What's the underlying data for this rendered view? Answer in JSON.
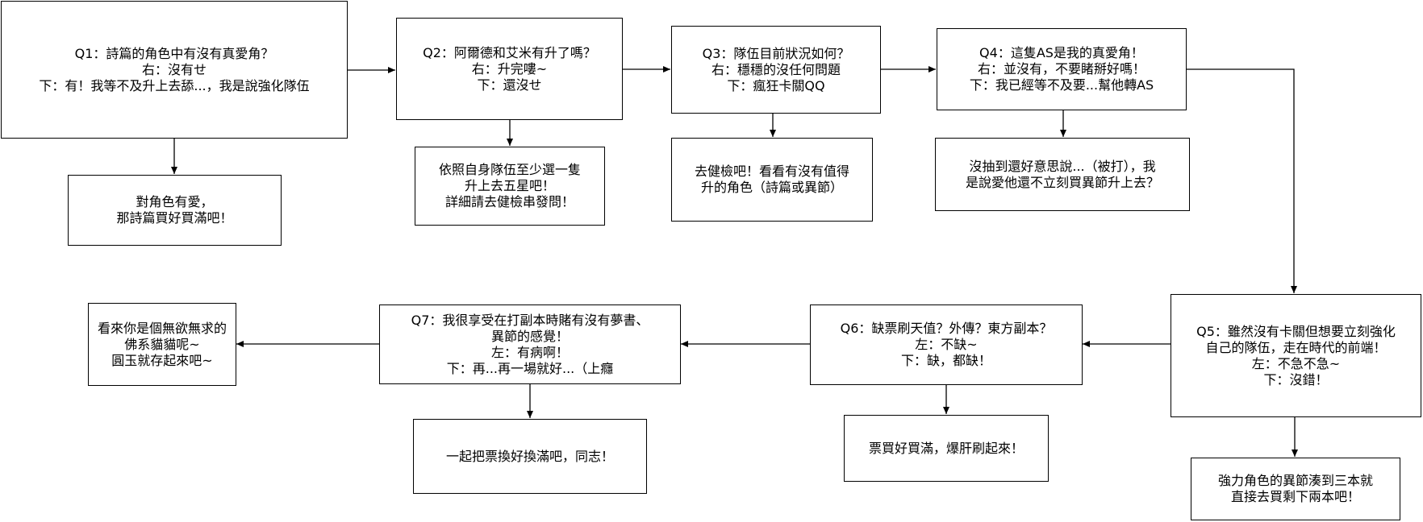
{
  "nodes": {
    "q1": [
      "Q1：詩篇的角色中有沒有真愛角？",
      "右：沒有せ",
      "下：有！我等不及升上去舔...，我是說強化隊伍"
    ],
    "a1": [
      "對角色有愛，",
      "那詩篇買好買滿吧！"
    ],
    "q2": [
      "Q2：阿爾德和艾米有升了嗎？",
      "右：升完嘍~",
      "下：還沒せ"
    ],
    "a2": [
      "依照自身隊伍至少選一隻",
      "升上去五星吧！",
      "詳細請去健檢串發問！"
    ],
    "q3": [
      "Q3：隊伍目前狀況如何？",
      "右：穩穩的沒任何問題",
      "下：瘋狂卡關QQ"
    ],
    "a3": [
      "去健檢吧！看看有沒有值得",
      "升的角色（詩篇或異節）"
    ],
    "q4": [
      "Q4：這隻AS是我的真愛角！",
      "右：並沒有，不要睹掰好嗎！",
      "下：我已經等不及要...幫他轉AS"
    ],
    "a4": [
      "沒抽到還好意思說...（被打），我",
      "是說愛他還不立刻買異節升上去？"
    ],
    "q5": [
      "Q5：雖然沒有卡關但想要立刻強化",
      "自己的隊伍，走在時代的前端！",
      "左：不急不急~",
      "下：沒錯！"
    ],
    "a5": [
      "強力角色的異節湊到三本就",
      "直接去買剩下兩本吧！"
    ],
    "q6": [
      "Q6：缺票刷天值？外傳？東方副本？",
      "左：不缺~",
      "下：缺，都缺！"
    ],
    "a6": [
      "票買好買滿，爆肝刷起來！"
    ],
    "q7": [
      "Q7：我很享受在打副本時賭有沒有夢書、",
      "異節的感覺！",
      "左：有病啊！",
      "下：再...再一場就好...（上癮"
    ],
    "a7": [
      "一起把票換好換滿吧，同志！"
    ],
    "a8": [
      "看來你是個無欲無求的",
      "佛系貓貓呢~",
      "圓玉就存起來吧~"
    ]
  }
}
